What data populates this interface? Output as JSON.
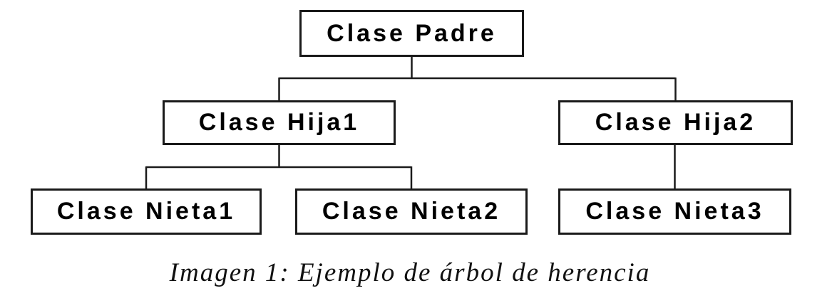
{
  "diagram": {
    "type": "inheritance-tree",
    "nodes": [
      {
        "id": "padre",
        "label": "Clase Padre",
        "parent": null
      },
      {
        "id": "hija1",
        "label": "Clase Hija1",
        "parent": "padre"
      },
      {
        "id": "hija2",
        "label": "Clase Hija2",
        "parent": "padre"
      },
      {
        "id": "nieta1",
        "label": "Clase Nieta1",
        "parent": "hija1"
      },
      {
        "id": "nieta2",
        "label": "Clase Nieta2",
        "parent": "hija1"
      },
      {
        "id": "nieta3",
        "label": "Clase Nieta3",
        "parent": "hija2"
      }
    ],
    "caption": "Imagen 1: Ejemplo de árbol de herencia",
    "colors": {
      "line": "#1a1a1a",
      "box_border": "#1a1a1a",
      "text": "#000000",
      "background": "#ffffff"
    }
  }
}
